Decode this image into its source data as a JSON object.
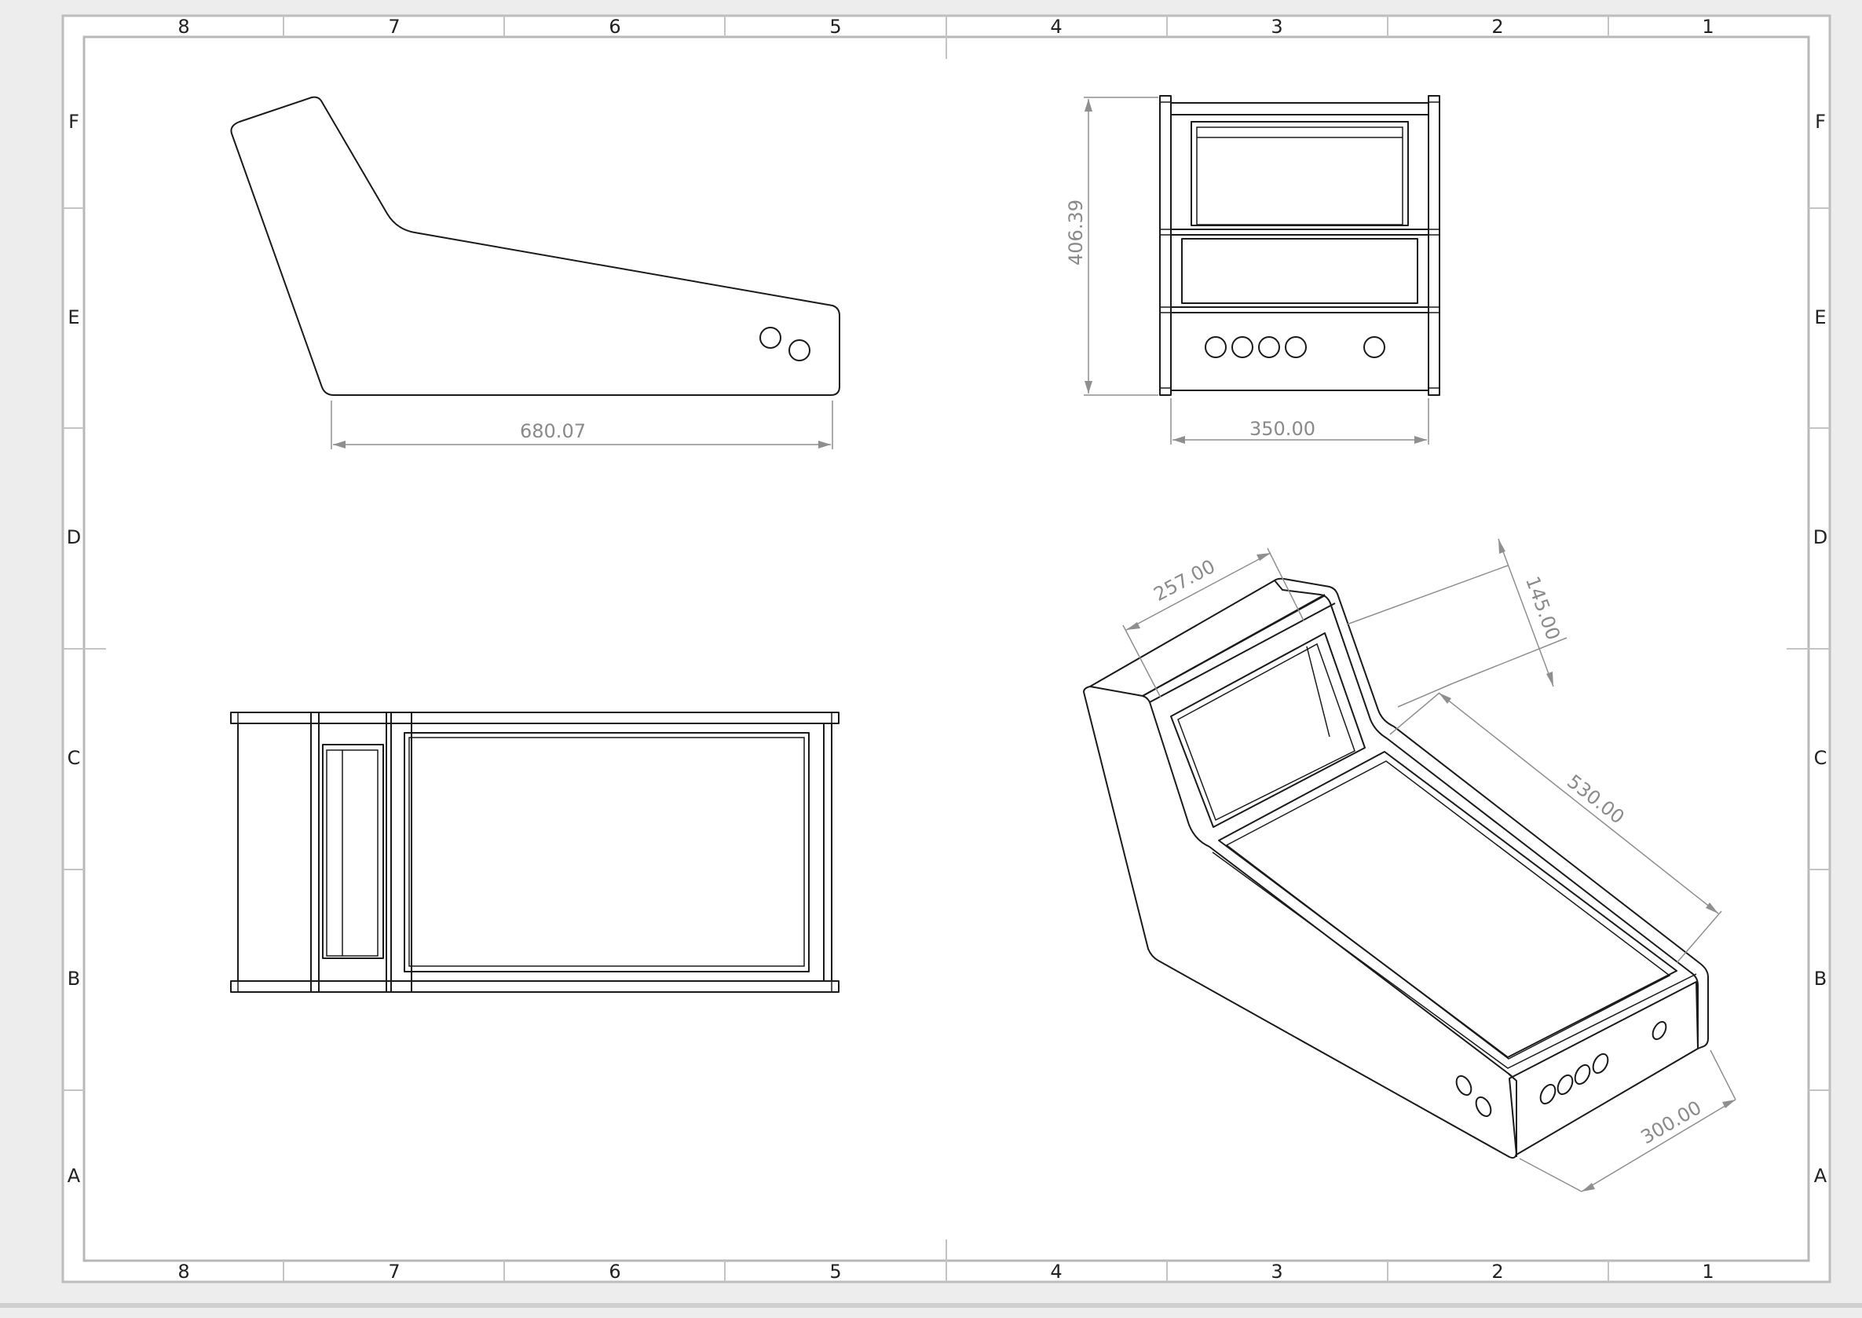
{
  "sheet": {
    "columns_top": [
      "8",
      "7",
      "6",
      "5",
      "4",
      "3",
      "2",
      "1"
    ],
    "columns_bottom": [
      "8",
      "7",
      "6",
      "5",
      "4",
      "3",
      "2",
      "1"
    ],
    "rows_left": [
      "F",
      "E",
      "D",
      "C",
      "B",
      "A"
    ],
    "rows_right": [
      "F",
      "E",
      "D",
      "C",
      "B",
      "A"
    ]
  },
  "dimensions": {
    "side_length": "680.07",
    "front_height": "406.39",
    "front_width": "350.00",
    "iso_top_depth": "257.00",
    "iso_screen": "145.00",
    "iso_playfield": "530.00",
    "iso_front": "300.00"
  }
}
